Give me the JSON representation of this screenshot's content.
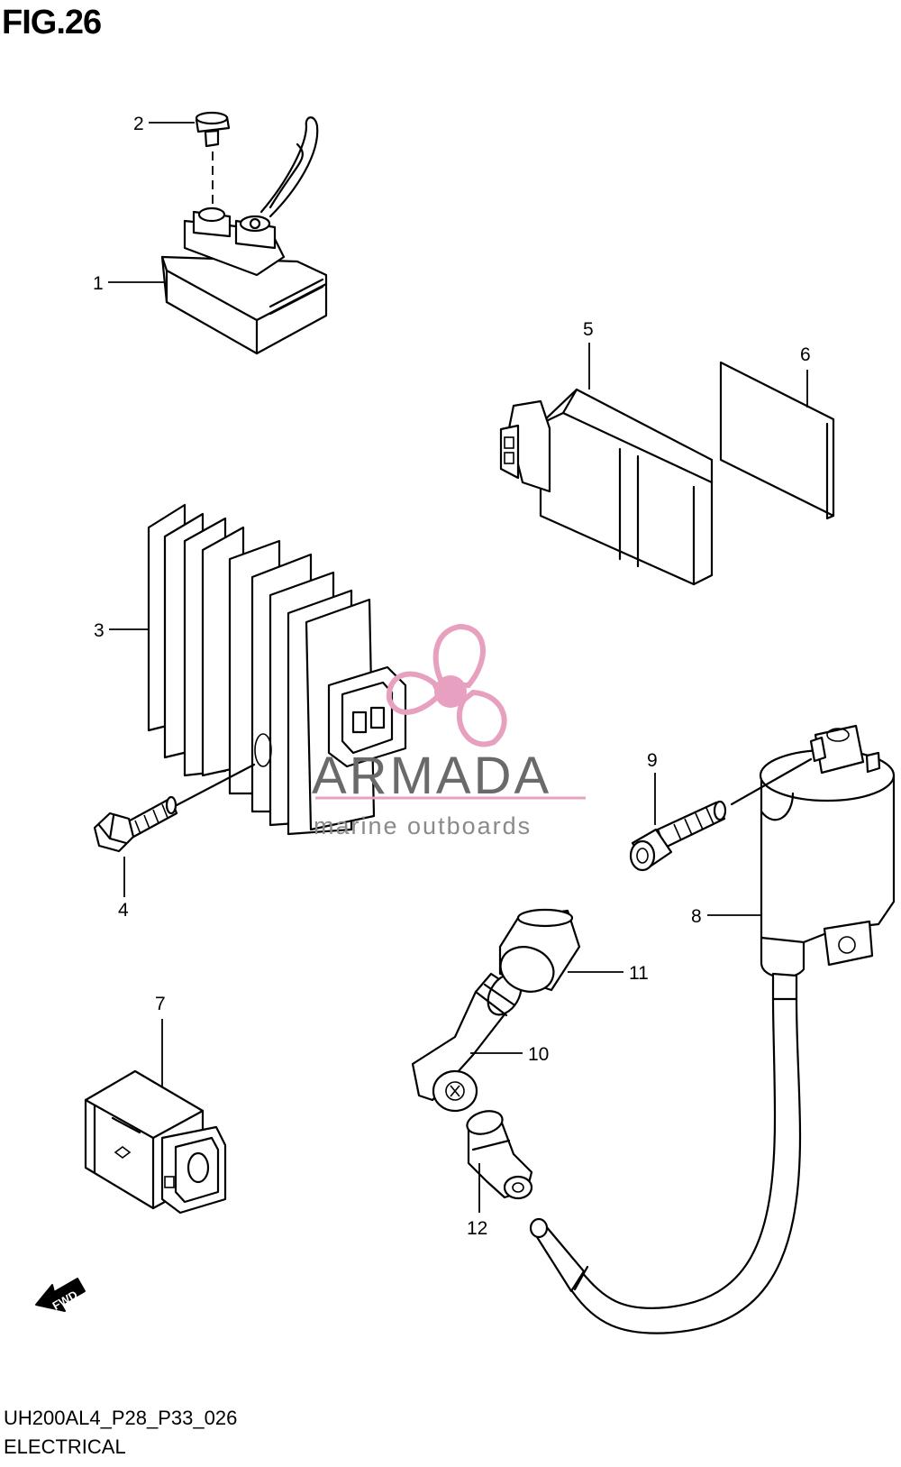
{
  "header": {
    "title": "FIG.26"
  },
  "footer": {
    "code": "UH200AL4_P28_P33_026",
    "name": "ELECTRICAL"
  },
  "labels": [
    "1",
    "2",
    "3",
    "4",
    "5",
    "6",
    "7",
    "8",
    "9",
    "10",
    "11",
    "12"
  ],
  "watermark": {
    "brand": "ARMADA",
    "tagline": "marine outboards",
    "accent": "#e8a0c0"
  },
  "fwd": {
    "text": "FWD"
  }
}
